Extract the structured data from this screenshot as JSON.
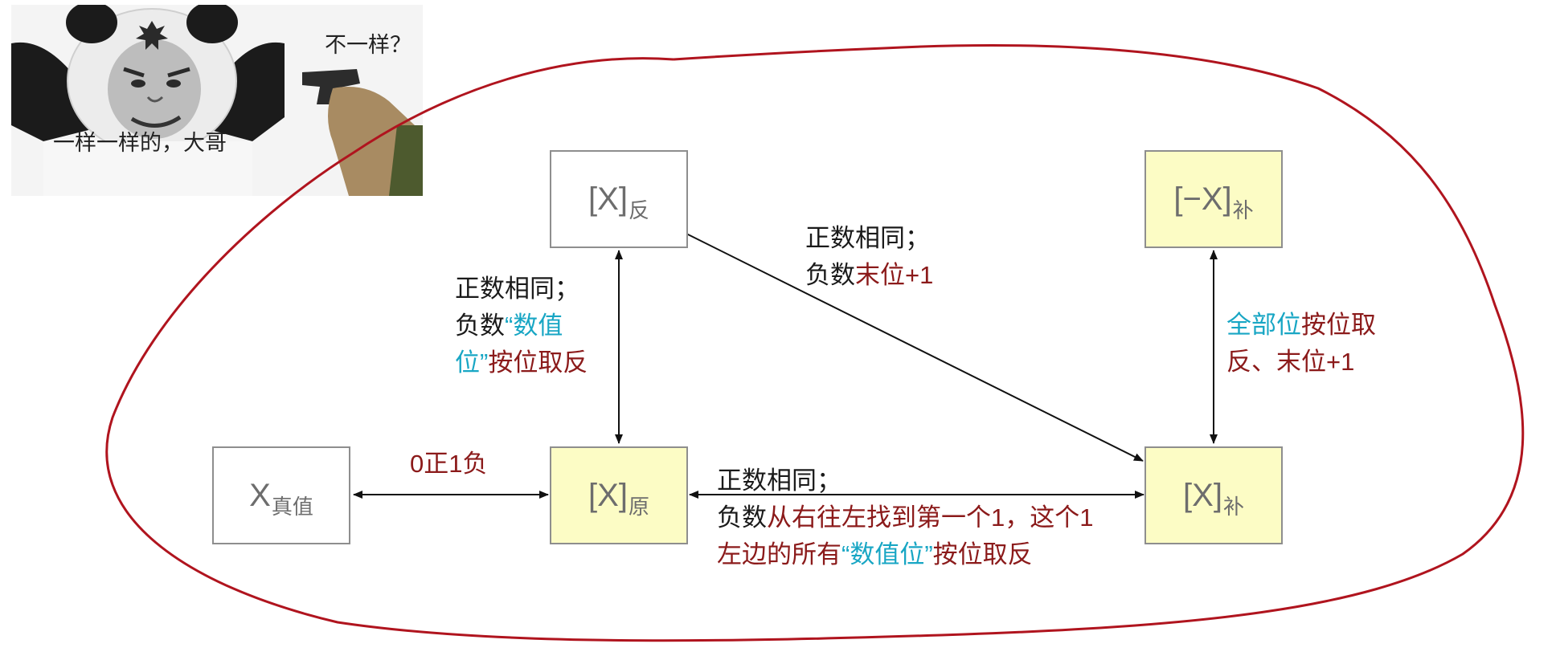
{
  "meme": {
    "caption_bottom": "一样一样的，大哥",
    "caption_right": "不一样？"
  },
  "boxes": {
    "true_value": {
      "main": "X",
      "sub": "真值"
    },
    "ones": {
      "main": "[X]",
      "sub": "反"
    },
    "sign_mag": {
      "main": "[X]",
      "sub": "原"
    },
    "twos": {
      "main": "[X]",
      "sub": "补"
    },
    "neg_twos": {
      "main": "[−X]",
      "sub": "补"
    }
  },
  "notes": {
    "true_to_orig": {
      "text": "0正1负"
    },
    "orig_to_ones": {
      "line1": "正数相同；",
      "line2_a": "负数",
      "line2_b": "“数值",
      "line3_a": "位”",
      "line3_b": "按位取反"
    },
    "ones_to_twos": {
      "line1": "正数相同；",
      "line2_a": "负数",
      "line2_b": "末位+1"
    },
    "orig_to_twos": {
      "line1": "正数相同；",
      "line2_a": "负数",
      "line2_b": "从右往左找到第一个1，这个1",
      "line3_a": "左边的所有",
      "line3_b": "“数值位”",
      "line3_c": "按位取反"
    },
    "twos_to_neg": {
      "line1_a": "全部位",
      "line1_b": "按位取",
      "line2": "反、末位+1"
    }
  },
  "colors": {
    "text": "#1a1a1a",
    "emphasis_red": "#8b1a1a",
    "emphasis_cyan": "#18a6c4",
    "box_yellow": "#fcfcc5",
    "box_border": "#8e8e8e",
    "outline_red": "#b0141e"
  }
}
